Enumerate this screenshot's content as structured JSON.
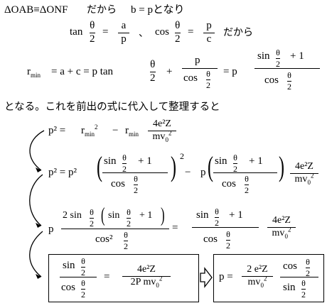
{
  "line1": {
    "lhs": "ΔOAB≡ΔONF",
    "text": "だから",
    "rhs": "b = pとなり"
  },
  "line2": {
    "tan": "tan",
    "theta": "θ",
    "two": "2",
    "eq": "=",
    "a": "a",
    "p": "p",
    "sep": "、",
    "cos": "cos",
    "c": "c",
    "text": "だから"
  },
  "line3": {
    "rmin": "r",
    "min": "min",
    "expr": "= a + c = p tan",
    "plus": "+",
    "p": "p",
    "cos": "cos",
    "eqp": "= p",
    "sin": "sin",
    "plus1": "+ 1"
  },
  "sentence": "となる。これを前出の式に代入して整理すると",
  "eq4": {
    "p2": "p² =",
    "r": "r",
    "min": "min",
    "sq": "2",
    "minus": "−",
    "num": "4e²Z",
    "den": "mv",
    "zero": "0",
    "two": "2"
  },
  "eq5": {
    "p2": "p² = p²",
    "sin": "sin",
    "plus1": "+ 1",
    "cos": "cos",
    "sq": "2",
    "minus": "−",
    "p": "p",
    "num": "4e²Z",
    "den": "mv"
  },
  "eq6": {
    "p": "p",
    "twosin": "2 sin",
    "sin": "sin",
    "plus1": "+ 1",
    "cos2": "cos²",
    "eq": "=",
    "num": "4e²Z",
    "den": "mv"
  },
  "eq7": {
    "sin": "sin",
    "cos": "cos",
    "eq": "=",
    "num": "4e²Z",
    "den": "2P mv",
    "p": "p =",
    "num2": "2 e²Z",
    "den2": "mv"
  }
}
